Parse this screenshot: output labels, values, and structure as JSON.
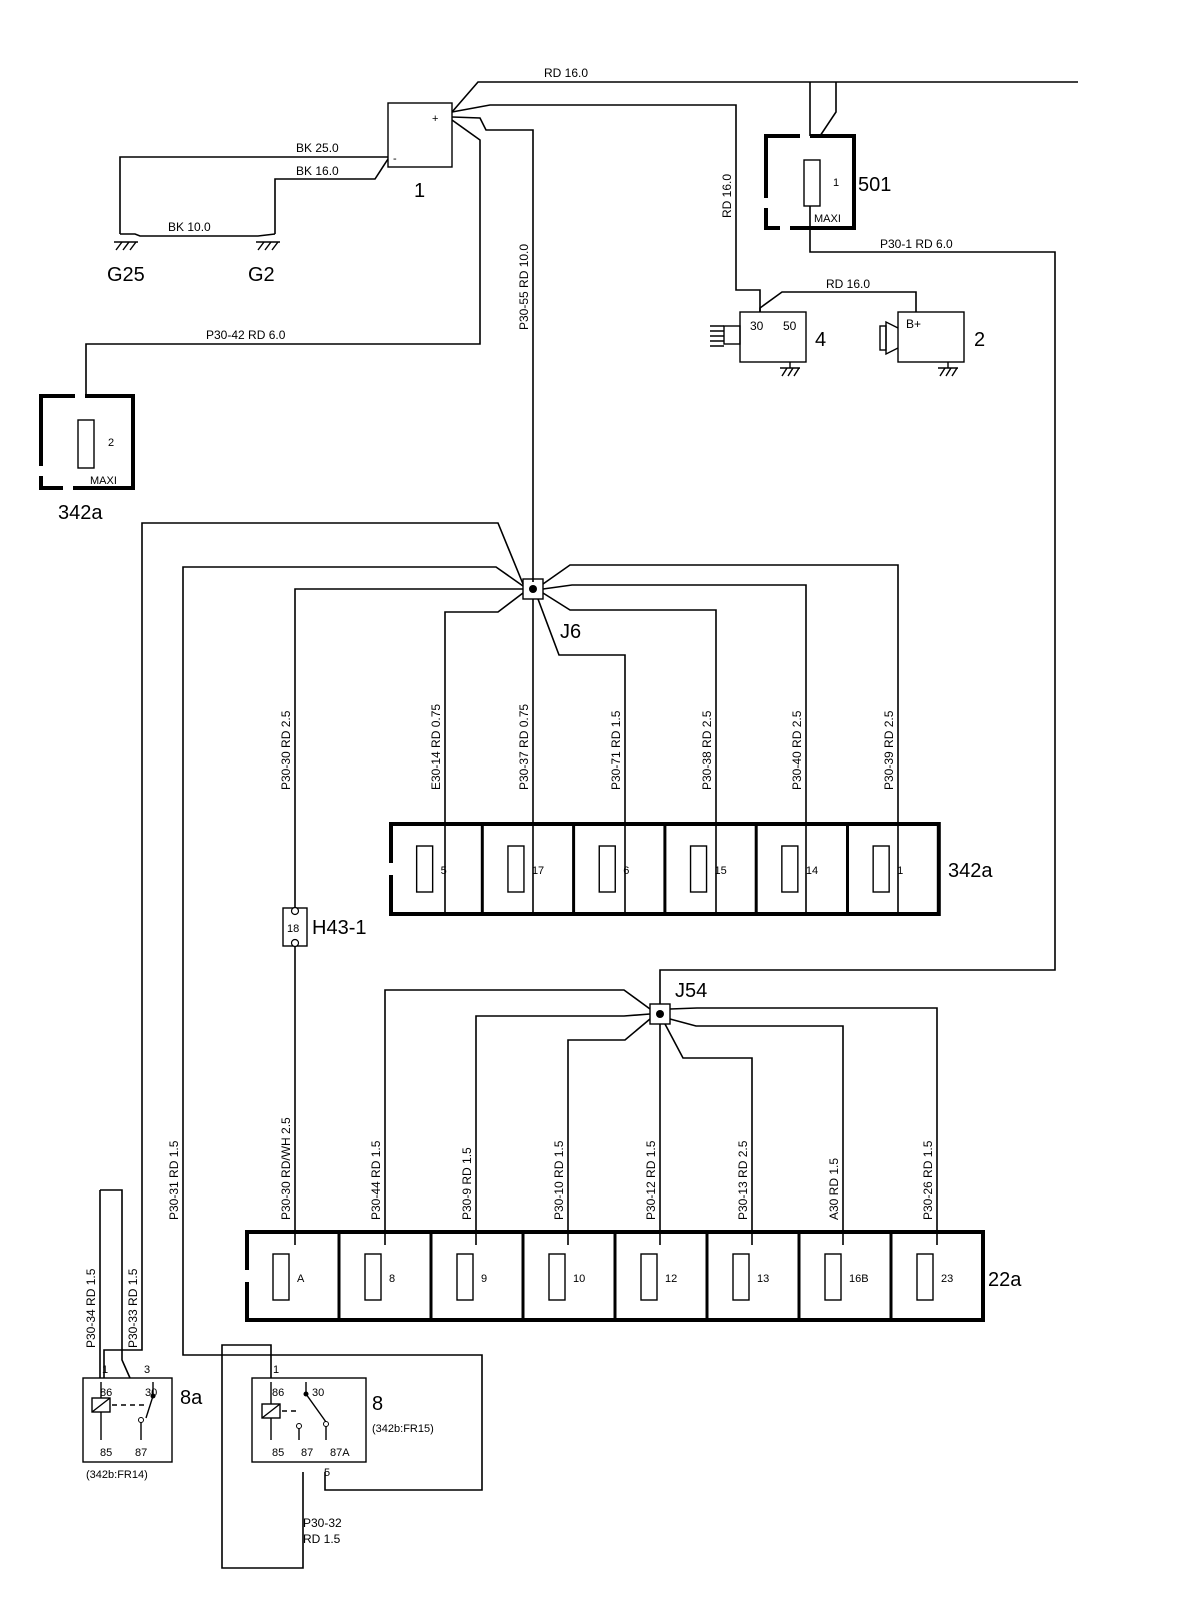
{
  "components": {
    "battery": {
      "id": "1",
      "plus": "+",
      "minus": "-"
    },
    "ground_g25": "G25",
    "ground_g2": "G2",
    "fuse_501": {
      "id": "501",
      "fuse": "1",
      "type": "MAXI"
    },
    "fuse_342a_top": {
      "id": "342a",
      "fuse": "2",
      "type": "MAXI"
    },
    "starter": {
      "id": "4",
      "t30": "30",
      "t50": "50"
    },
    "alternator": {
      "id": "2",
      "terminal": "B+"
    },
    "junction_j6": "J6",
    "junction_j54": "J54",
    "connector_h43": {
      "id": "H43-1",
      "pin": "18"
    },
    "fusebox_342a": {
      "id": "342a",
      "fuses": [
        "5",
        "17",
        "6",
        "15",
        "14",
        "1"
      ]
    },
    "fusebox_22a": {
      "id": "22a",
      "fuses": [
        "A",
        "8",
        "9",
        "10",
        "12",
        "13",
        "16B",
        "23"
      ]
    },
    "relay_8a": {
      "id": "8a",
      "ref": "(342b:FR14)",
      "p86": "86",
      "p30": "30",
      "p85": "85",
      "p87": "87",
      "pin1": "1",
      "pin3": "3"
    },
    "relay_8": {
      "id": "8",
      "ref": "(342b:FR15)",
      "p86": "86",
      "p30": "30",
      "p85": "85",
      "p87": "87",
      "p87a": "87A",
      "pin1": "1",
      "pin5": "5"
    }
  },
  "wires": {
    "top_rd16": "RD   16.0",
    "bk25": "BK   25.0",
    "bk16": "BK   16.0",
    "bk10": "BK  10.0",
    "p30_42": "P30-42   RD   6.0",
    "p30_55": "P30-55   RD   10.0",
    "rd16_vert": "RD   16.0",
    "p30_1": "P30-1    RD   6.0",
    "starter_rd16": "RD   16.0",
    "j6": [
      "P30-30   RD   2.5",
      "E30-14   RD   0.75",
      "P30-37   RD   0.75",
      "P30-71   RD   1.5",
      "P30-38   RD   2.5",
      "P30-40   RD   2.5",
      "P30-39   RD   2.5"
    ],
    "j54": [
      "P30-30   RD/WH   2.5",
      "P30-44   RD   1.5",
      "P30-9   RD   1.5",
      "P30-10   RD   1.5",
      "P30-12   RD   1.5",
      "P30-13   RD   2.5",
      "A30   RD   1.5",
      "P30-26   RD   1.5"
    ],
    "p30_31": "P30-31   RD   1.5",
    "p30_34": "P30-34   RD   1.5",
    "p30_33": "P30-33   RD   1.5",
    "p30_32_line1": "P30-32",
    "p30_32_line2": "RD  1.5"
  }
}
